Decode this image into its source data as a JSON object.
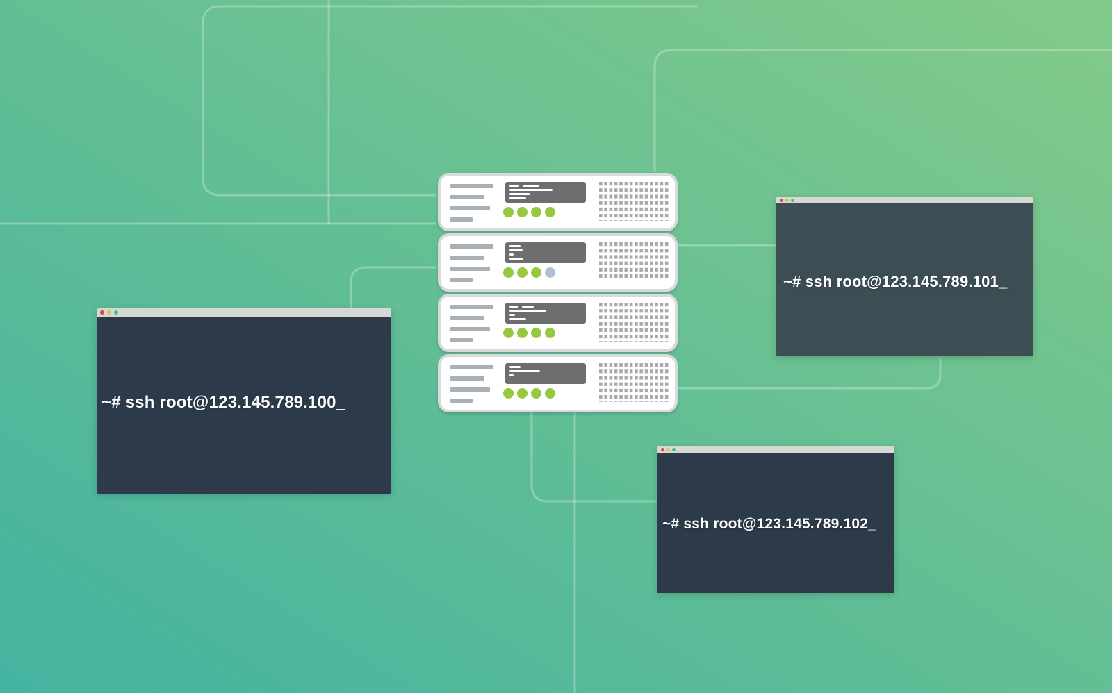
{
  "background": {
    "gradient_from": "#44b3a0",
    "gradient_to": "#83ca89",
    "trace_color": "rgba(255,255,255,0.28)"
  },
  "window_controls": {
    "close": "#d9493c",
    "minimize": "#dfc05a",
    "maximize": "#4cbd80"
  },
  "terminals": [
    {
      "id": "terminal-100",
      "command": "~# ssh root@123.145.789.100_"
    },
    {
      "id": "terminal-101",
      "command": "~# ssh root@123.145.789.101_"
    },
    {
      "id": "terminal-102",
      "command": "~# ssh root@123.145.789.102_"
    }
  ],
  "rack": {
    "led_green": "#97c83f",
    "led_blue": "#a9c0d6",
    "servers": [
      {
        "id": "server-1",
        "leds": [
          "#97c83f",
          "#97c83f",
          "#97c83f",
          "#97c83f"
        ],
        "screen_rows": [
          [
            14,
            24
          ],
          [
            62
          ],
          [
            30
          ],
          [
            24
          ]
        ]
      },
      {
        "id": "server-2",
        "leds": [
          "#97c83f",
          "#97c83f",
          "#97c83f",
          "#a9c0d6"
        ],
        "screen_rows": [
          [
            16
          ],
          [
            19
          ],
          [
            6
          ],
          [
            20
          ]
        ]
      },
      {
        "id": "server-3",
        "leds": [
          "#97c83f",
          "#97c83f",
          "#97c83f",
          "#97c83f"
        ],
        "screen_rows": [
          [
            13,
            17
          ],
          [
            53
          ],
          [
            8
          ],
          [
            24
          ]
        ]
      },
      {
        "id": "server-4",
        "leds": [
          "#97c83f",
          "#97c83f",
          "#97c83f",
          "#97c83f"
        ],
        "screen_rows": [
          [
            16
          ],
          [
            44
          ],
          [
            6
          ]
        ]
      }
    ]
  }
}
